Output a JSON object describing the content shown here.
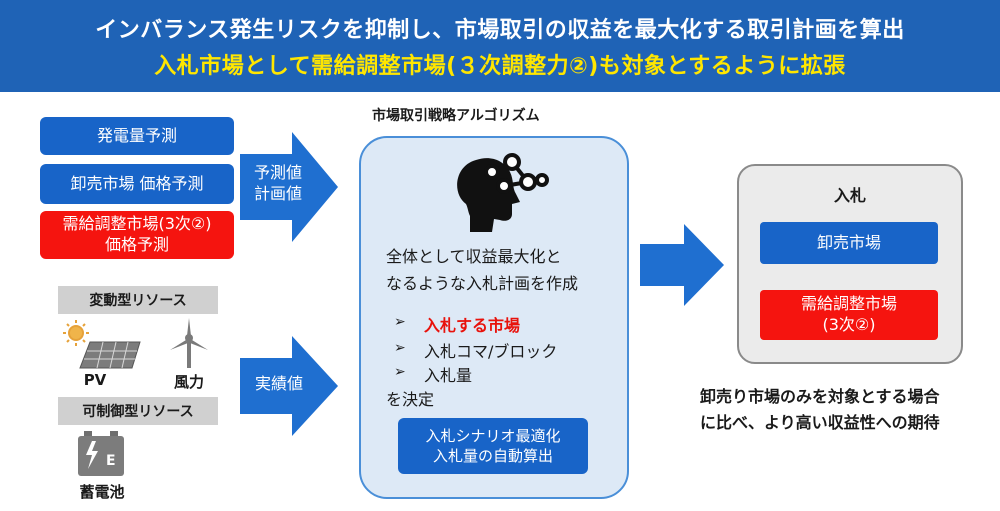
{
  "header": {
    "line1": "インバランス発生リスクを抑制し、市場取引の収益を最大化する取引計画を算出",
    "line2": "入札市場として需給調整市場(３次調整力②)も対象とするように拡張"
  },
  "inputs": {
    "power_forecast": "発電量予測",
    "wholesale_price_forecast": "卸売市場 価格予測",
    "balancing_price_forecast_line1": "需給調整市場(3次②)",
    "balancing_price_forecast_line2": "価格予測"
  },
  "arrow_forecast": {
    "line1": "予測値",
    "line2": "計画値"
  },
  "arrow_actual": {
    "label": "実績値"
  },
  "resources": {
    "variable_title": "変動型リソース",
    "pv_label": "PV",
    "wind_label": "風力",
    "controllable_title": "可制御型リソース",
    "battery_label": "蓄電池",
    "battery_letter": "E"
  },
  "algorithm": {
    "title": "市場取引戦略アルゴリズム",
    "desc_line1": "全体として収益最大化と",
    "desc_line2": "なるような入札計画を作成",
    "bullet_marker": "➢",
    "bullets": [
      "入札する市場",
      "入札コマ/ブロック",
      "入札量"
    ],
    "decide": "を決定",
    "opt_line1": "入札シナリオ最適化",
    "opt_line2": "入札量の自動算出"
  },
  "bid": {
    "title": "入札",
    "wholesale": "卸売市場",
    "balancing_line1": "需給調整市場",
    "balancing_line2": "(3次②)"
  },
  "note": {
    "line1": "卸売り市場のみを対象とする場合",
    "line2": "に比べ、より高い収益性への期待"
  },
  "colors": {
    "banner_blue": "#1f63b6",
    "highlight_yellow": "#ffe600",
    "box_blue": "#1864c8",
    "box_red": "#f5140f",
    "arrow_blue": "#1f6fd0",
    "emphasis_red": "#e8120c"
  }
}
